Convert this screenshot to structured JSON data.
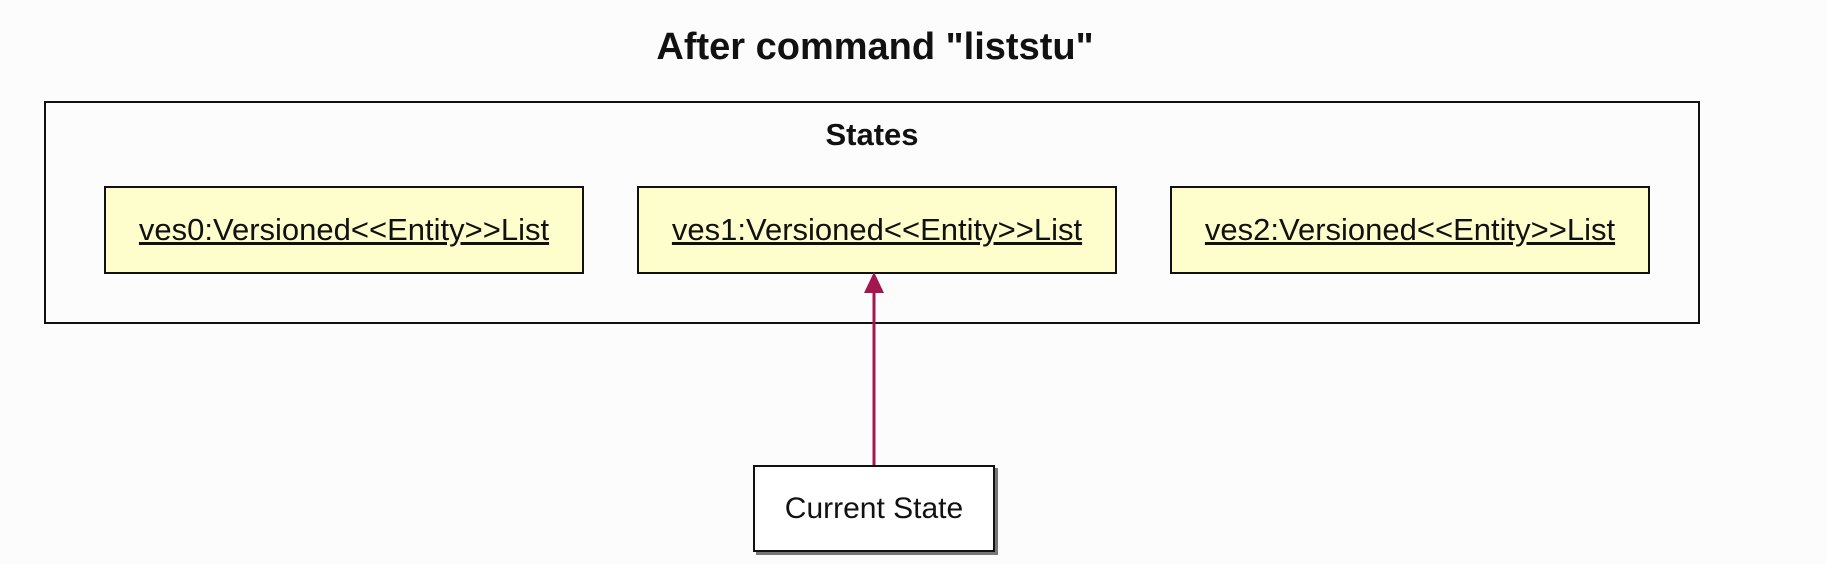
{
  "title": "After command \"liststu\"",
  "frame": {
    "label": "States"
  },
  "states": [
    {
      "label": "ves0:Versioned<<Entity>>List"
    },
    {
      "label": "ves1:Versioned<<Entity>>List"
    },
    {
      "label": "ves2:Versioned<<Entity>>List"
    }
  ],
  "pointer": {
    "label": "Current State",
    "target_index": 1
  },
  "colors": {
    "state_fill": "#fefecc",
    "arrow": "#a3164f"
  }
}
